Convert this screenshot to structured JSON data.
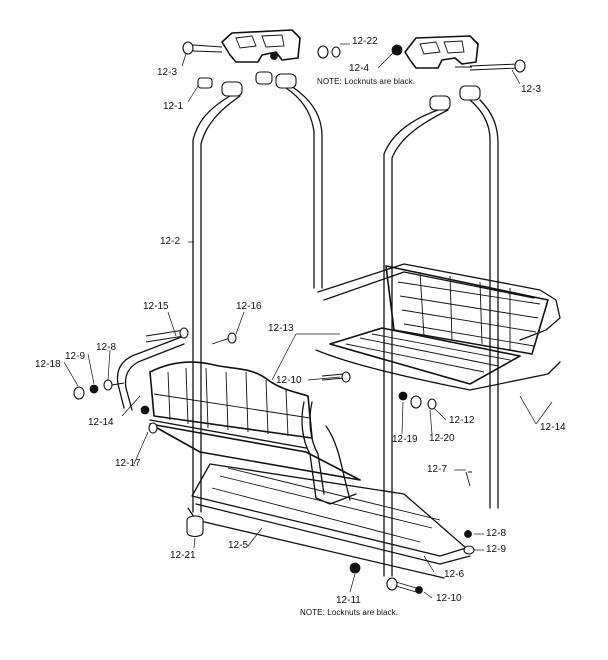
{
  "notes": {
    "top": "NOTE: Locknuts are black.",
    "bottom": "NOTE: Locknuts are black."
  },
  "parts": [
    {
      "id": "p12-22",
      "label": "12-22"
    },
    {
      "id": "p12-3a",
      "label": "12-3"
    },
    {
      "id": "p12-4",
      "label": "12-4"
    },
    {
      "id": "p12-3b",
      "label": "12-3"
    },
    {
      "id": "p12-1",
      "label": "12-1"
    },
    {
      "id": "p12-2",
      "label": "12-2"
    },
    {
      "id": "p12-15",
      "label": "12-15"
    },
    {
      "id": "p12-16",
      "label": "12-16"
    },
    {
      "id": "p12-13",
      "label": "12-13"
    },
    {
      "id": "p12-18a",
      "label": "12-18"
    },
    {
      "id": "p12-9a",
      "label": "12-9"
    },
    {
      "id": "p12-8a",
      "label": "12-8"
    },
    {
      "id": "p12-10a",
      "label": "12-10"
    },
    {
      "id": "p12-14a",
      "label": "12-14"
    },
    {
      "id": "p12-17",
      "label": "12-17"
    },
    {
      "id": "p12-19",
      "label": "12-19"
    },
    {
      "id": "p12-20",
      "label": "12-20"
    },
    {
      "id": "p12-12",
      "label": "12-12"
    },
    {
      "id": "p12-14b",
      "label": "12-14"
    },
    {
      "id": "p12-7",
      "label": "12-7"
    },
    {
      "id": "p12-8b",
      "label": "12-8"
    },
    {
      "id": "p12-9b",
      "label": "12-9"
    },
    {
      "id": "p12-21",
      "label": "12-21"
    },
    {
      "id": "p12-5",
      "label": "12-5"
    },
    {
      "id": "p12-6",
      "label": "12-6"
    },
    {
      "id": "p12-11",
      "label": "12-11"
    },
    {
      "id": "p12-10b",
      "label": "12-10"
    }
  ]
}
